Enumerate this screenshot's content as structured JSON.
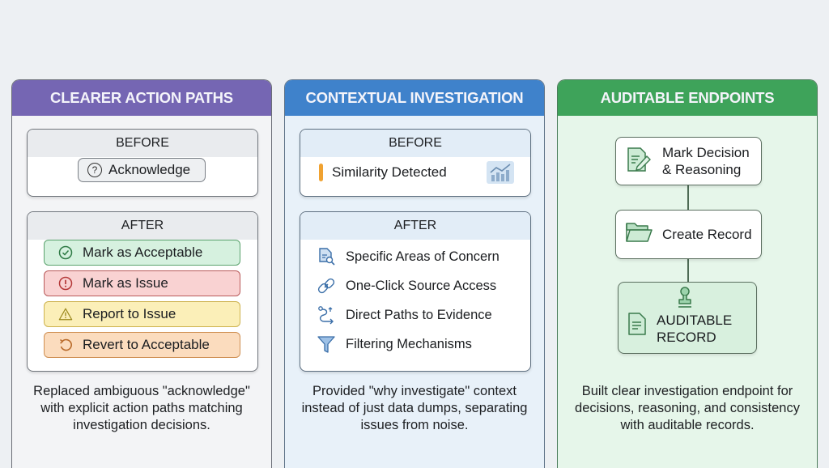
{
  "colors": {
    "background": "#edf0f3",
    "panel1_header": "#7566b3",
    "panel2_header": "#3f82cb",
    "panel3_header": "#3ea35a",
    "acceptable": "#d6f1df",
    "issue": "#f9d2d2",
    "report": "#fbefb8",
    "revert": "#fbdcbe"
  },
  "panels": [
    {
      "title": "CLEARER ACTION PATHS",
      "before": {
        "label": "BEFORE",
        "button": {
          "label": "Acknowledge",
          "icon": "question-circle-icon",
          "glyph": "?"
        }
      },
      "after": {
        "label": "AFTER",
        "actions": [
          {
            "label": "Mark as Acceptable",
            "icon": "check-circle-icon"
          },
          {
            "label": "Mark as Issue",
            "icon": "exclamation-circle-icon"
          },
          {
            "label": "Report to Issue",
            "icon": "warning-triangle-icon"
          },
          {
            "label": "Revert to Acceptable",
            "icon": "undo-icon"
          }
        ]
      },
      "description": "Replaced ambiguous \"acknowledge\" with explicit action paths matching investigation decisions."
    },
    {
      "title": "CONTEXTUAL INVESTIGATION",
      "before": {
        "label": "BEFORE",
        "item": {
          "label": "Similarity Detected",
          "icon": "chart-icon"
        }
      },
      "after": {
        "label": "AFTER",
        "features": [
          {
            "label": "Specific Areas of Concern",
            "icon": "document-search-icon"
          },
          {
            "label": "One-Click Source Access",
            "icon": "link-icon"
          },
          {
            "label": "Direct Paths to Evidence",
            "icon": "route-icon"
          },
          {
            "label": "Filtering Mechanisms",
            "icon": "filter-icon"
          }
        ]
      },
      "description": "Provided \"why investigate\" context instead of just data dumps, separating issues from noise."
    },
    {
      "title": "AUDITABLE ENDPOINTS",
      "steps": [
        {
          "line1": "Mark Decision",
          "line2": "& Reasoning",
          "icon": "document-edit-icon"
        },
        {
          "line1": "Create Record",
          "icon": "folder-icon"
        },
        {
          "line1": "AUDITABLE",
          "line2": "RECORD",
          "icon": "document-stamp-icon"
        }
      ],
      "description": "Built clear investigation endpoint for decisions, reasoning, and consistency with auditable records."
    }
  ]
}
